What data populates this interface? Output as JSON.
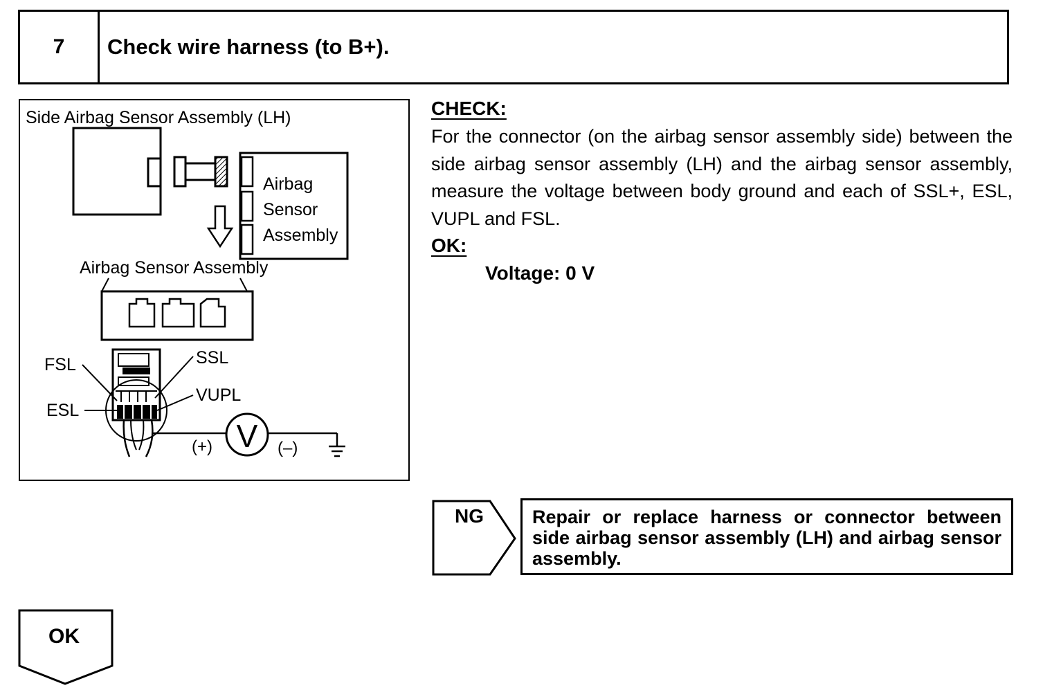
{
  "step": {
    "number": "7",
    "title": "Check wire harness (to B+)."
  },
  "diagram": {
    "title": "Side Airbag Sensor Assembly (LH)",
    "box_label_lines": [
      "Airbag",
      "Sensor",
      "Assembly"
    ],
    "connector_caption": "Airbag Sensor Assembly",
    "terminals": {
      "fsl": "FSL",
      "esl": "ESL",
      "ssl": "SSL",
      "vupl": "VUPL"
    },
    "meter_symbol": "V",
    "positive": "(+)",
    "negative": "(–)"
  },
  "check": {
    "heading": "CHECK:",
    "body": "For the connector (on the airbag sensor assembly side) between the side airbag sensor assembly (LH) and the airbag sensor assembly, measure the voltage between body ground and each of SSL+, ESL, VUPL and FSL.",
    "ok_heading": "OK:",
    "ok_spec": "Voltage: 0 V"
  },
  "ng": {
    "label": "NG",
    "text": "Repair or replace harness or connector between side airbag sensor assembly (LH) and airbag sensor assembly."
  },
  "ok": {
    "label": "OK"
  }
}
